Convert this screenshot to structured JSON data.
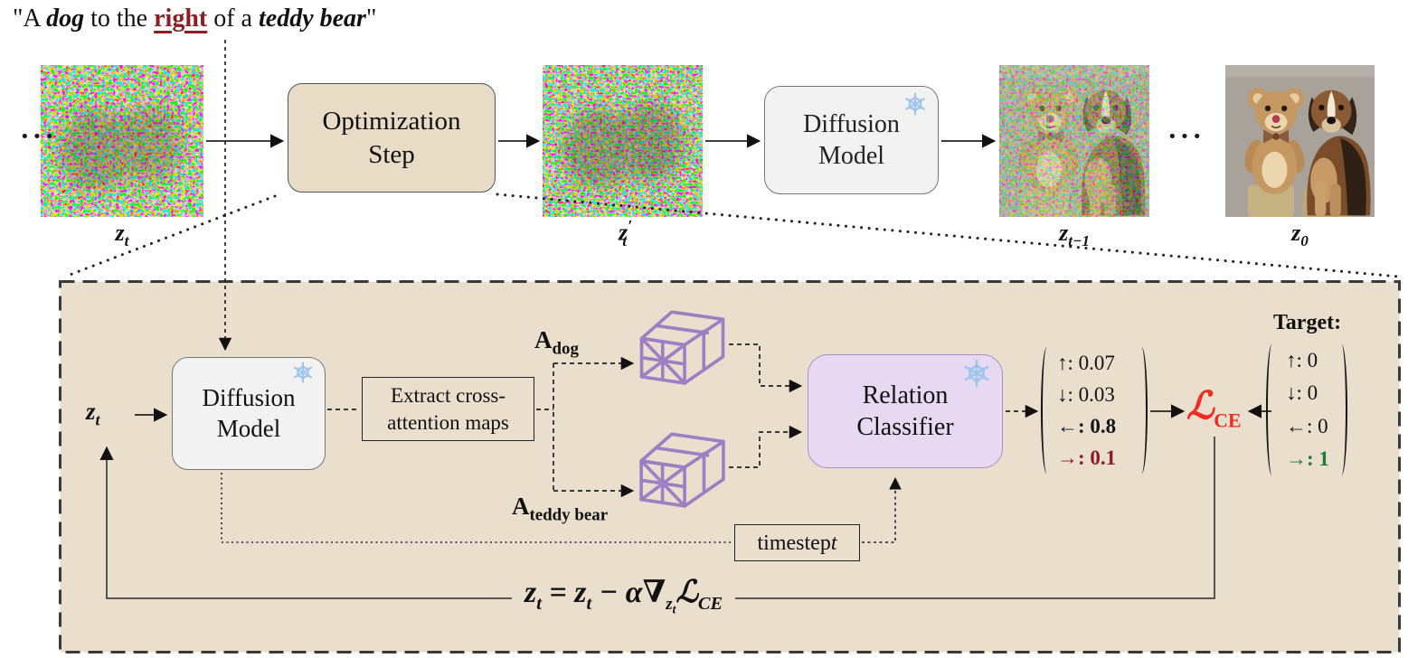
{
  "prompt": {
    "open": "\"A ",
    "dog": "dog",
    "mid1": " to the ",
    "relation": "right",
    "mid2": " of a ",
    "teddy": "teddy bear",
    "close": "\""
  },
  "dots": {
    "left": "···",
    "right": "···"
  },
  "image_labels": {
    "zt": {
      "base": "z",
      "sub": "t"
    },
    "zt_prime": {
      "base": "z",
      "prime": "′",
      "sub": "t"
    },
    "zt_minus1": {
      "base": "z",
      "sub": "t−1"
    },
    "z0": {
      "base": "z",
      "sub": "0"
    },
    "zt_inner": {
      "base": "z",
      "sub": "t"
    }
  },
  "boxes": {
    "optimization": {
      "line1": "Optimization",
      "line2": "Step"
    },
    "diffusion_top": {
      "line1": "Diffusion",
      "line2": "Model"
    },
    "diffusion_inner": {
      "line1": "Diffusion",
      "line2": "Model"
    },
    "extract": {
      "line1": "Extract cross-",
      "line2": "attention maps"
    },
    "classifier": {
      "line1": "Relation",
      "line2": "Classifier"
    },
    "timestep": {
      "label": "timestep ",
      "var": "t"
    }
  },
  "attention_maps": {
    "dog": {
      "base": "A",
      "sub": "dog"
    },
    "teddy": {
      "base": "A",
      "sub": "teddy bear"
    }
  },
  "output_vector": {
    "rows": [
      "↑: 0.07",
      "↓: 0.03",
      "←: 0.8",
      "→: 0.1"
    ]
  },
  "target_vector": {
    "title": "Target:",
    "rows": [
      "↑: 0",
      "↓: 0",
      "←: 0",
      "→: 1"
    ]
  },
  "loss": {
    "symbol": "ℒ",
    "sub": "CE"
  },
  "equation": {
    "z1": "z",
    "t1": "t",
    "rel": " = ",
    "z2": "z",
    "t2": "t",
    "minus": " − ",
    "alpha": "α",
    "nabla": "∇",
    "subz": "z",
    "subt": "t",
    "loss": "ℒ",
    "loss_sub": "CE"
  },
  "colors": {
    "panel_bg": "#e9dfcc",
    "opt_box_bg": "#e8dcc7",
    "diffusion_box_bg": "#f2f2f2",
    "classifier_bg": "#e8d9f2",
    "classifier_border": "#a98cc8",
    "cube_purple": "#9d7fc4",
    "loss_red": "#ee2a22",
    "dark_red": "#8c1b22",
    "target_green": "#1b7a3a",
    "snowflake_blue": "#9fc6ec",
    "prompt_relation_red": "#8b1f24"
  }
}
